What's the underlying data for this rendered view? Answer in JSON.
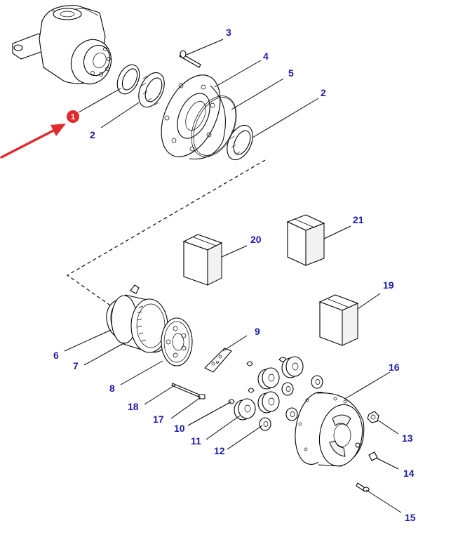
{
  "callouts": {
    "c1": "2",
    "c2": "3",
    "c3": "4",
    "c4": "5",
    "c5": "2",
    "c6": "20",
    "c7": "21",
    "c8": "19",
    "c9": "6",
    "c10": "7",
    "c11": "8",
    "c12": "9",
    "c13": "16",
    "c14": "18",
    "c15": "17",
    "c16": "10",
    "c17": "11",
    "c18": "12",
    "c19": "13",
    "c20": "14",
    "c21": "15"
  },
  "marker": {
    "number": "1",
    "color": "#e02b2b"
  },
  "callout_color": "#1a1aa8"
}
